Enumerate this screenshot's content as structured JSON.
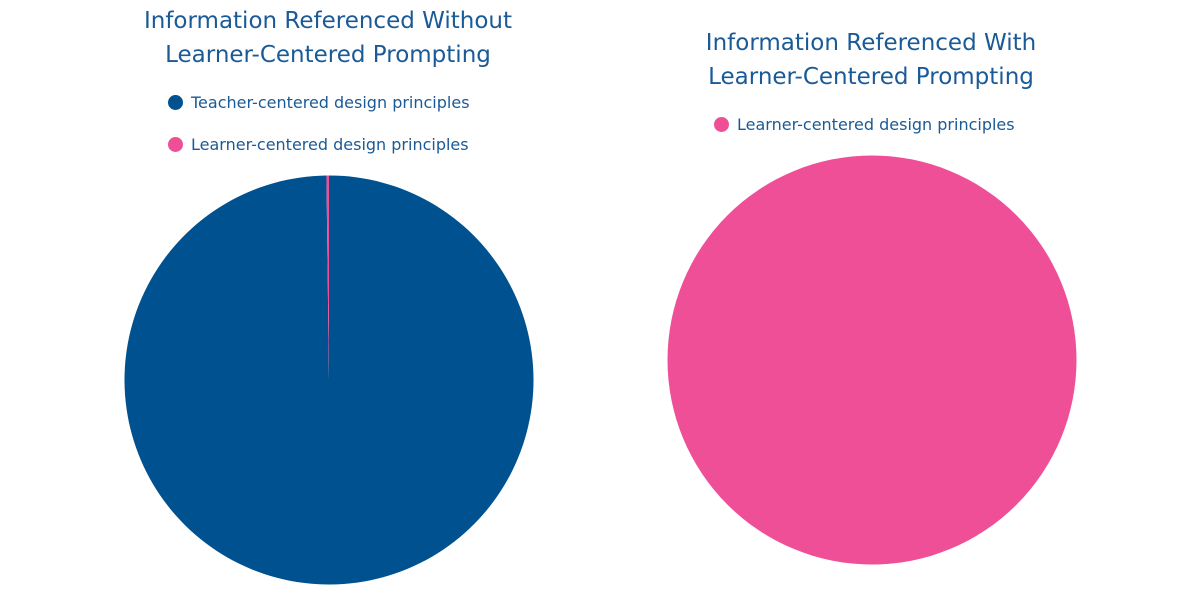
{
  "colors": {
    "teacher": "#00518f",
    "learner": "#ef4f97",
    "text": "#1a5a96"
  },
  "chart_data": [
    {
      "type": "pie",
      "title_lines": [
        "Information Referenced Without",
        "Learner-Centered Prompting"
      ],
      "legend_position": "top",
      "categories": [
        "Teacher-centered design principles",
        "Learner-centered design principles"
      ],
      "values": [
        99.8,
        0.2
      ],
      "colors": [
        "#00518f",
        "#ef4f97"
      ]
    },
    {
      "type": "pie",
      "title_lines": [
        "Information Referenced With",
        "Learner-Centered Prompting"
      ],
      "legend_position": "top",
      "categories": [
        "Learner-centered design principles"
      ],
      "values": [
        100
      ],
      "colors": [
        "#ef4f97"
      ]
    }
  ]
}
